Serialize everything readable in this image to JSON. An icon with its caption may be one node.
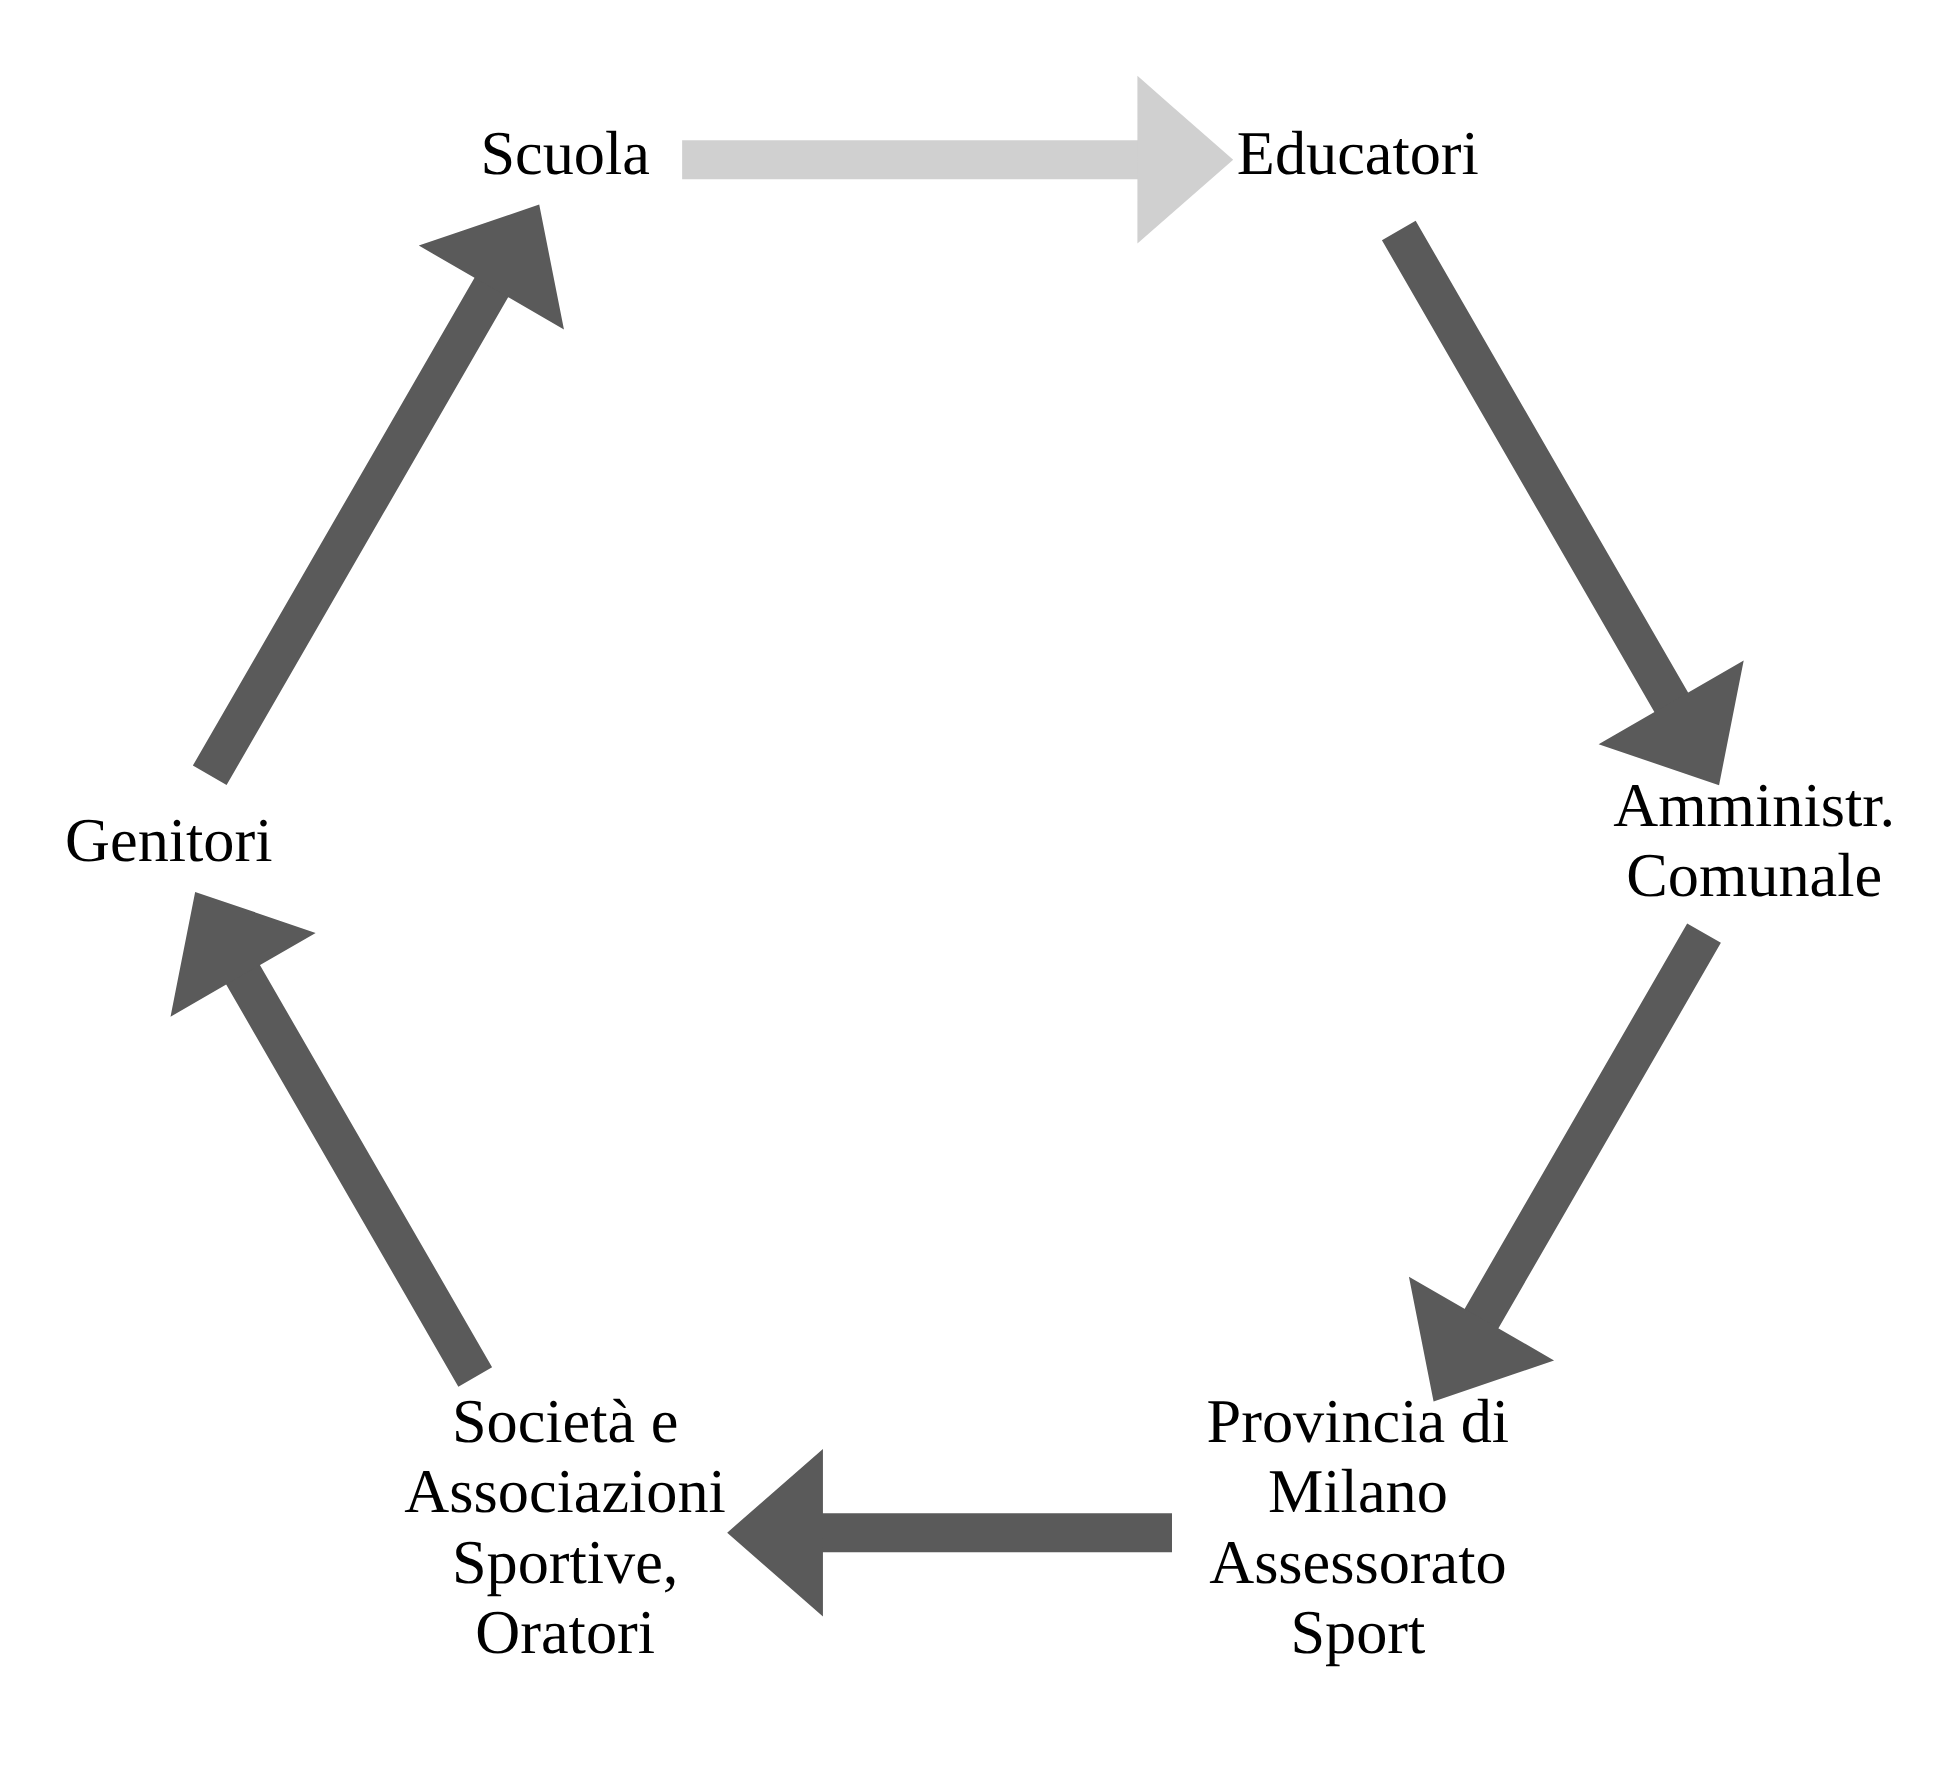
{
  "diagram": {
    "nodes": [
      {
        "text": [
          "Provincia di Milano Assessorato Sport"
        ]
      },
      {
        "text": [
          "Amministr. Comunale"
        ]
      },
      {
        "text": [
          "Società e Associazioni Sportive, Oratori"
        ]
      },
      {
        "text": [
          "Educatori"
        ]
      },
      {
        "text": [
          "Genitori"
        ]
      },
      {
        "text": [
          "Scuola"
        ]
      }
    ],
    "edges": [
      {
        "from": 1,
        "to": 0,
        "arrow": "to"
      },
      {
        "from": 0,
        "to": 2,
        "arrow": "to"
      },
      {
        "from": 2,
        "to": 4,
        "arrow": "to"
      },
      {
        "from": 4,
        "to": 5,
        "arrow": "to"
      },
      {
        "from": 5,
        "to": 3,
        "arrow": "to",
        "color": "#d0d0d0"
      },
      {
        "from": 3,
        "to": 1,
        "arrow": "to"
      }
    ]
  }
}
